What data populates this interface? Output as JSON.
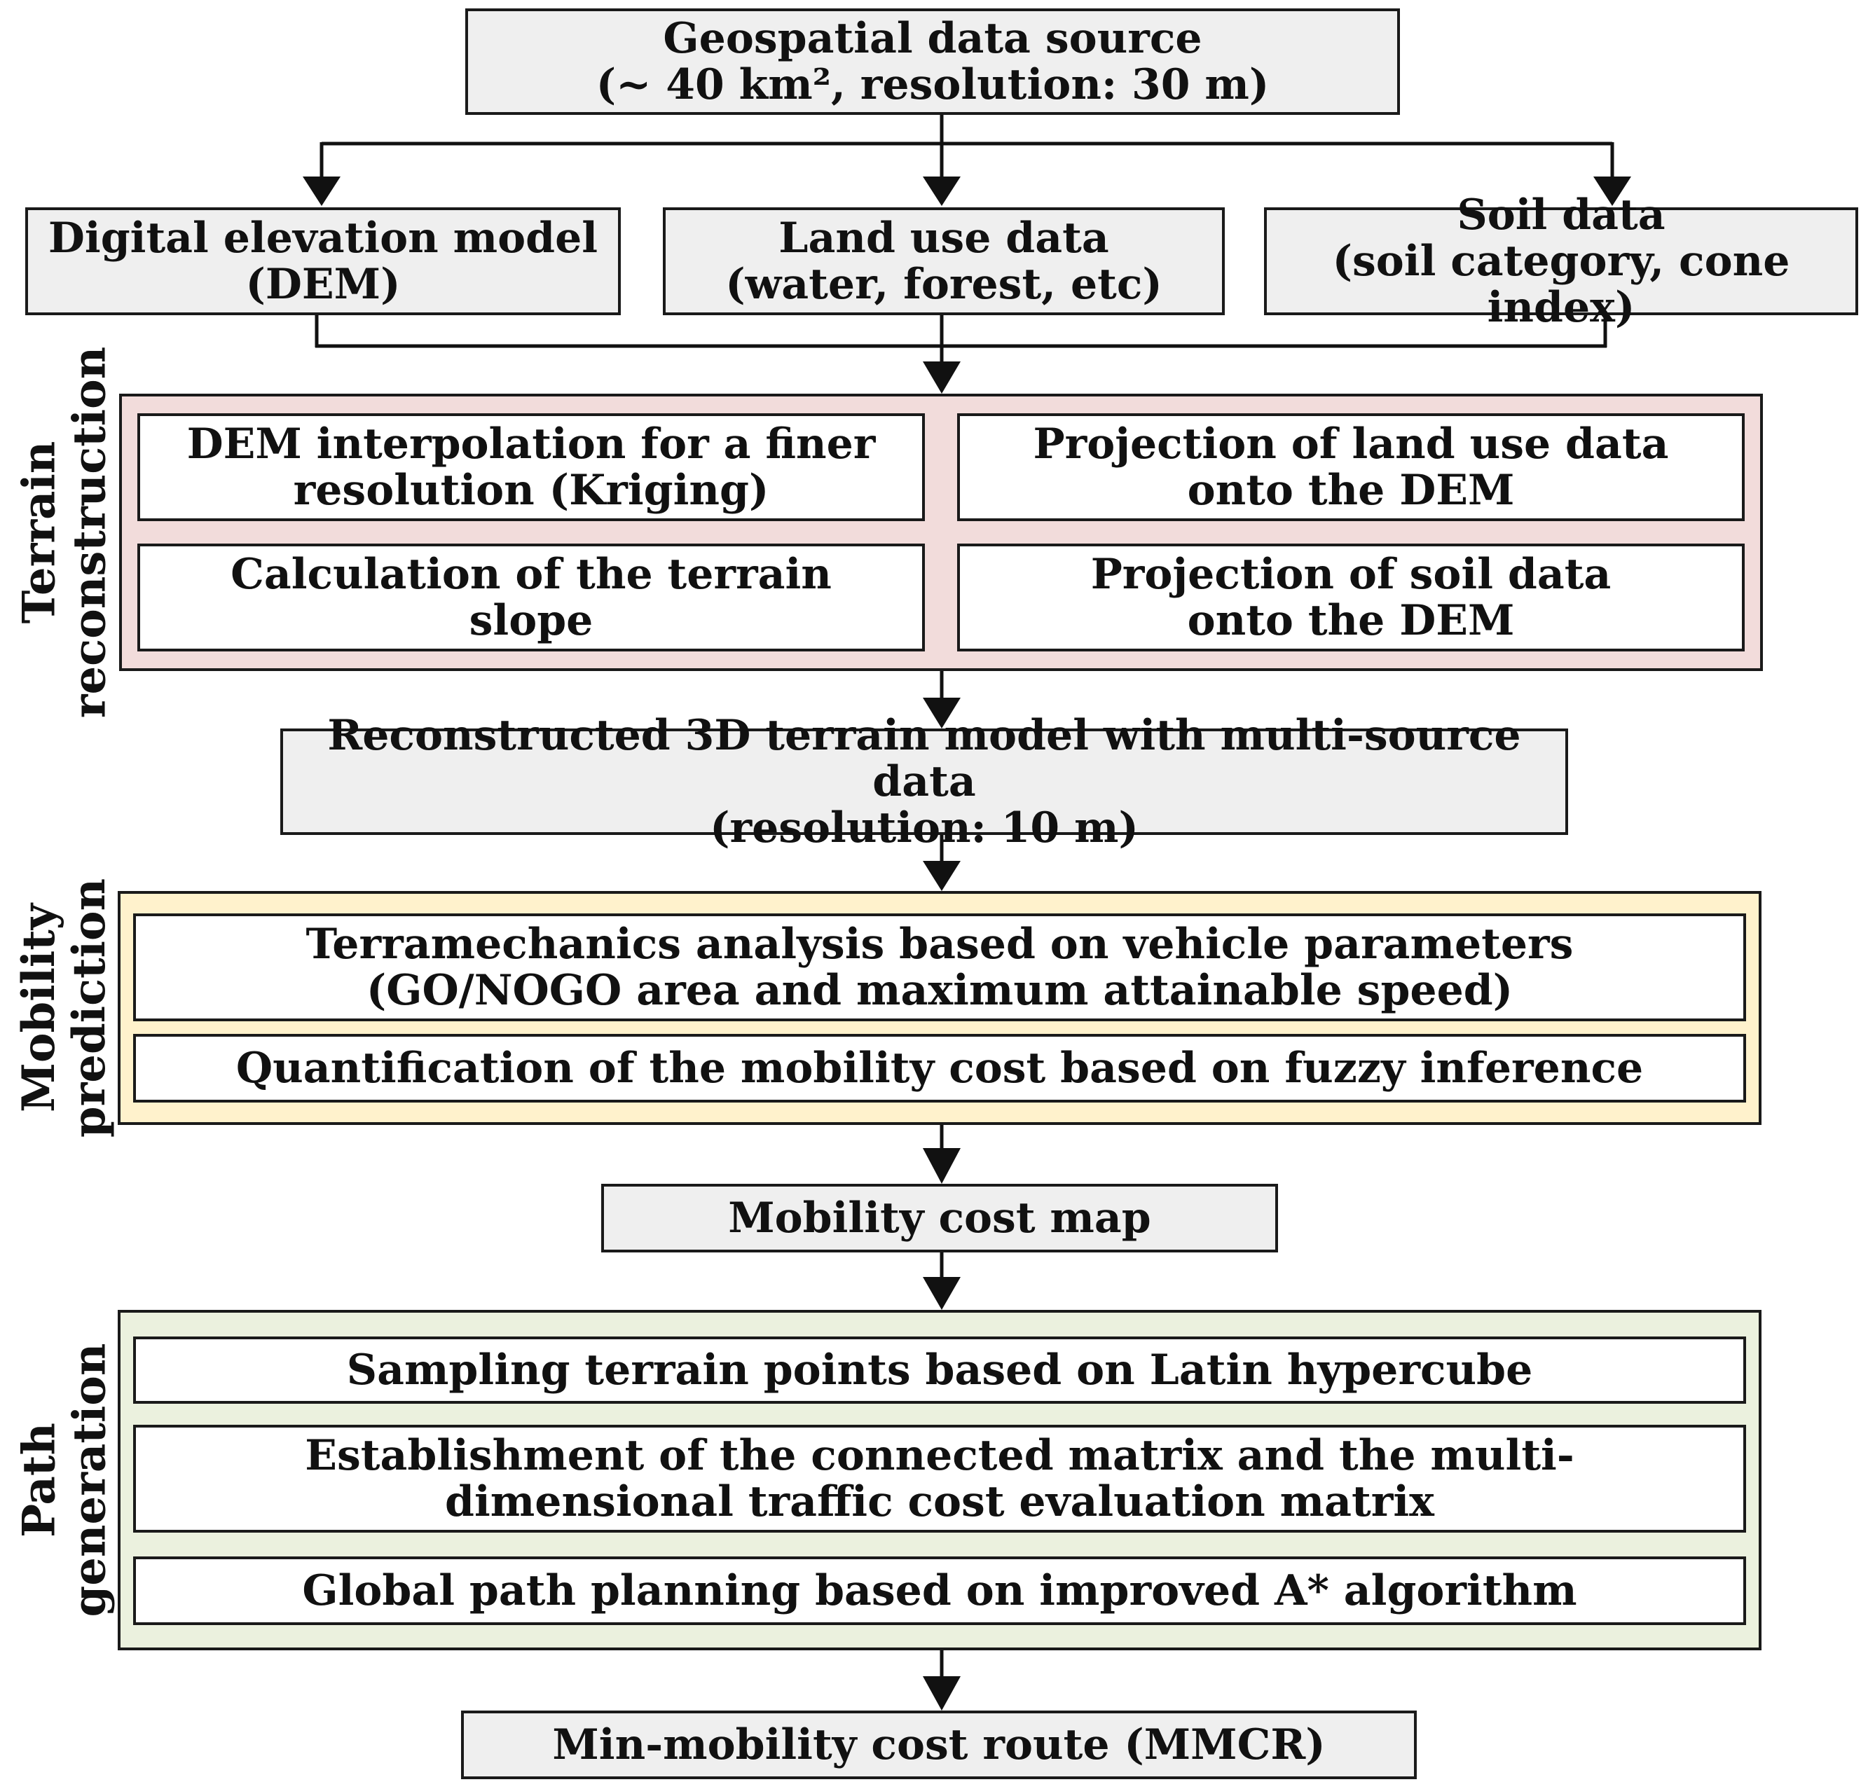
{
  "source": {
    "line1": "Geospatial data source",
    "line2": "(~ 40 km², resolution: 30 m)"
  },
  "inputs": {
    "dem": {
      "line1": "Digital elevation model",
      "line2": "(DEM)"
    },
    "landuse": {
      "line1": "Land use data",
      "line2": "(water, forest, etc)"
    },
    "soil": {
      "line1": "Soil data",
      "line2": "(soil category, cone index)"
    }
  },
  "terrain_reconstruction": {
    "label_line1": "Terrain",
    "label_line2": "reconstruction",
    "kriging": {
      "line1": "DEM interpolation for a finer",
      "line2": "resolution (Kriging)"
    },
    "proj_landuse": {
      "line1": "Projection of land use data",
      "line2": "onto the DEM"
    },
    "slope": {
      "line1": "Calculation of the terrain",
      "line2": "slope"
    },
    "proj_soil": {
      "line1": "Projection of soil data",
      "line2": "onto the DEM"
    }
  },
  "model3d": {
    "line1": "Reconstructed 3D terrain model with multi-source data",
    "line2": "(resolution: 10 m)"
  },
  "mobility_prediction": {
    "label_line1": "Mobility",
    "label_line2": "prediction",
    "terramechanics": {
      "line1": "Terramechanics analysis based on vehicle parameters",
      "line2": "(GO/NOGO area and maximum attainable speed)"
    },
    "fuzzy": "Quantification of the mobility cost based on fuzzy inference"
  },
  "cost_map": "Mobility cost map",
  "path_generation": {
    "label_line1": "Path",
    "label_line2": "generation",
    "sampling": "Sampling terrain points based on Latin hypercube",
    "matrix": {
      "line1": "Establishment of the connected matrix and the multi-",
      "line2": "dimensional traffic cost evaluation matrix"
    },
    "astar": "Global path planning based on improved A* algorithm"
  },
  "result": "Min-mobility cost route (MMCR)",
  "colors": {
    "gray_box": "#efefef",
    "terrain_group": "#f2dcdb",
    "mobility_group": "#fff2cc",
    "path_group": "#ebf1de"
  }
}
